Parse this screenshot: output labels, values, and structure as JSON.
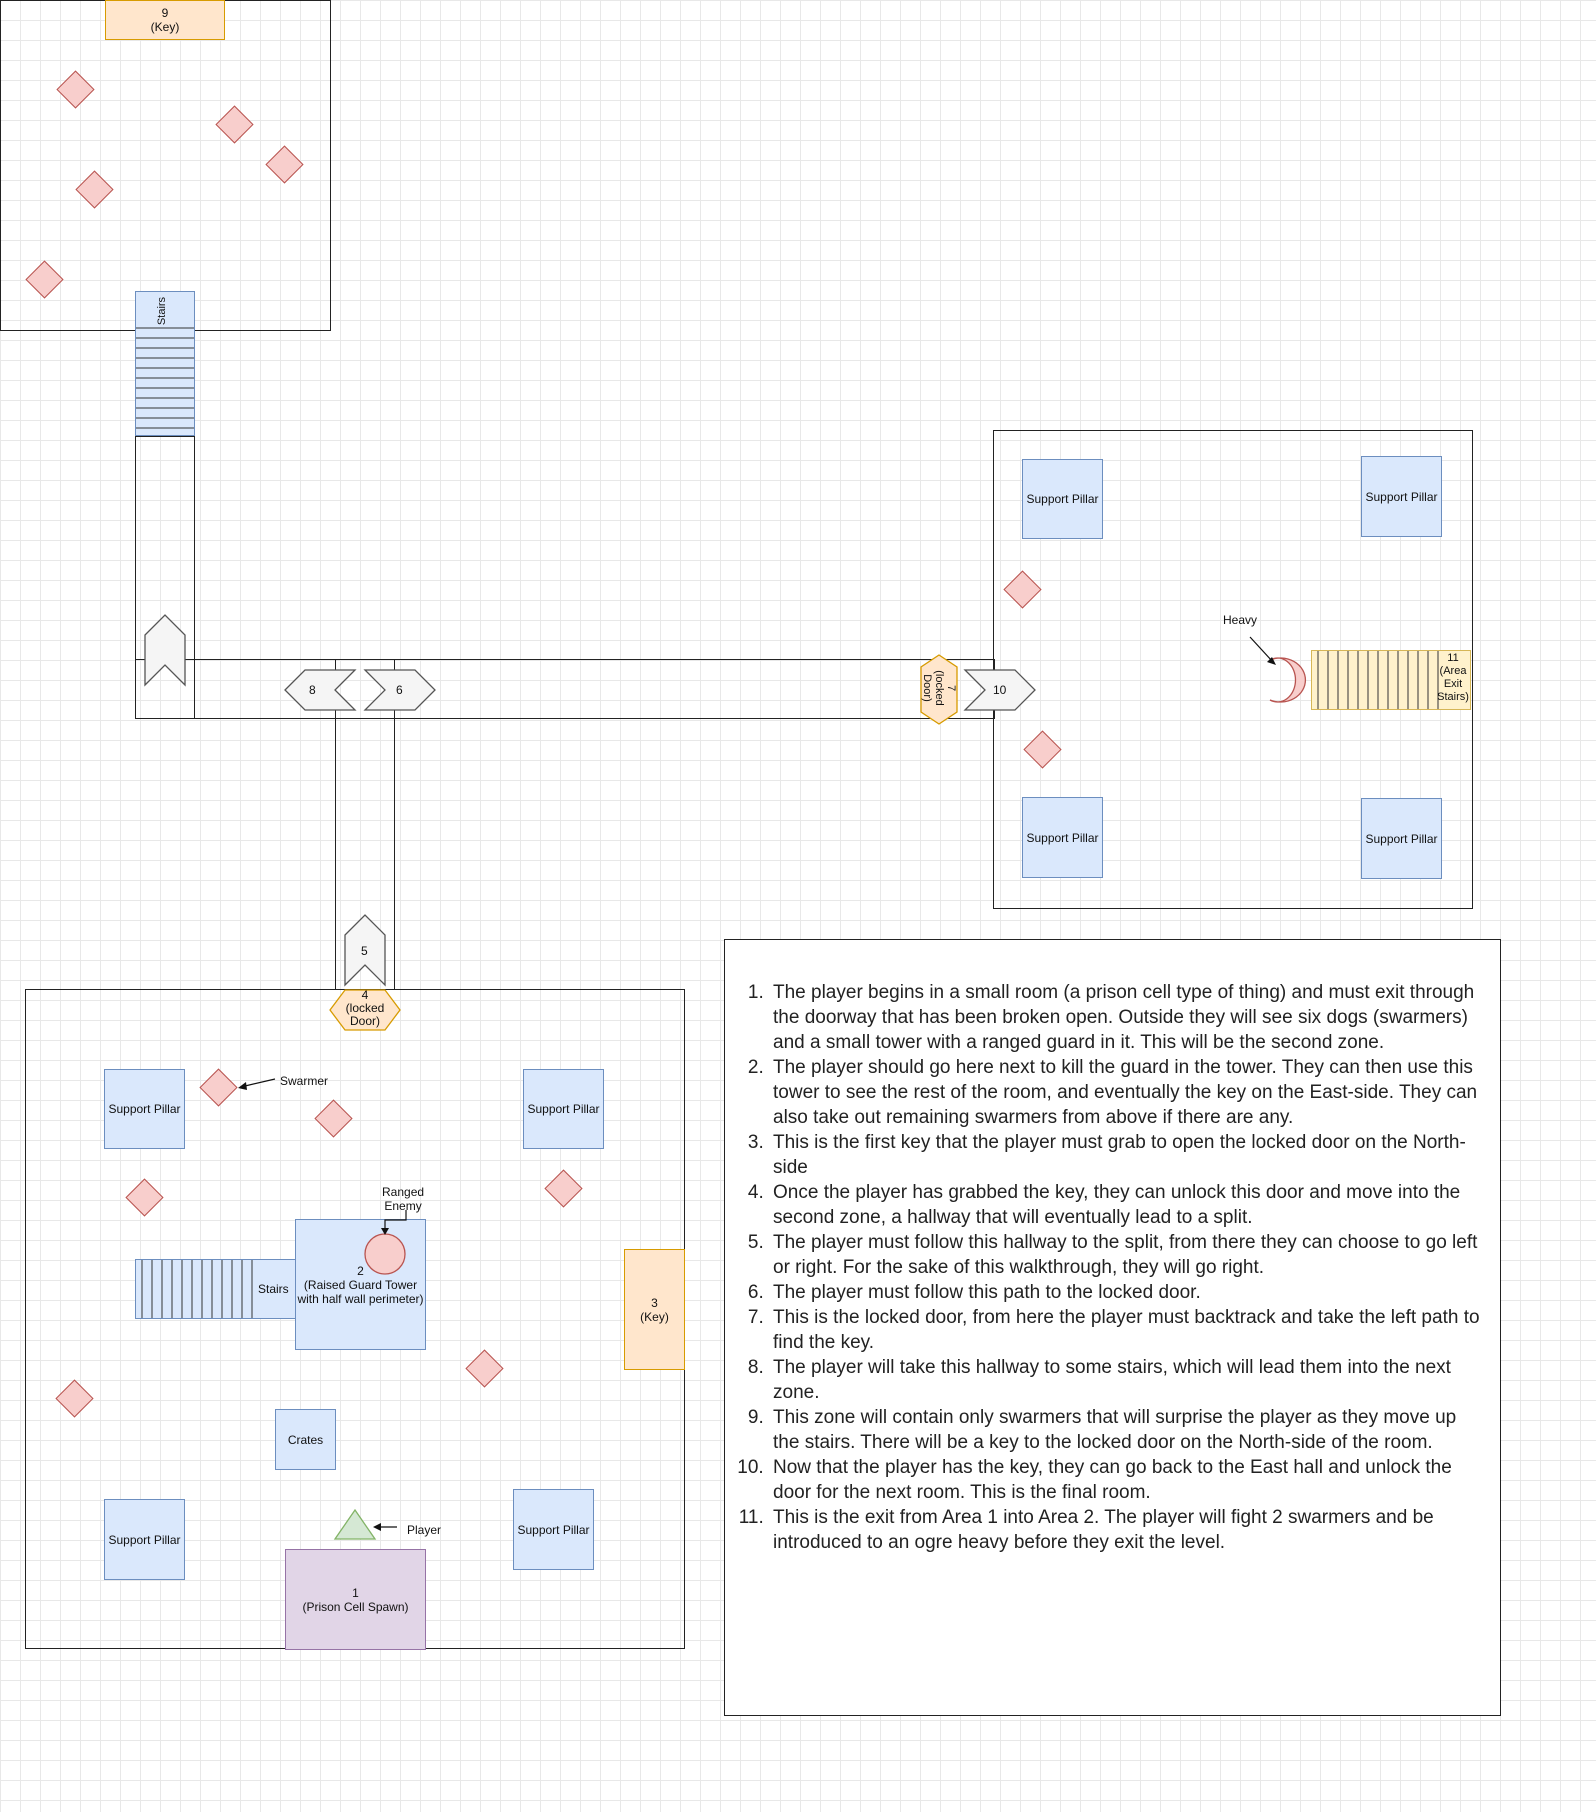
{
  "labels": {
    "stairs_top": "Stairs",
    "key_top": "9\n(Key)",
    "support_pillar": "Support Pillar",
    "heavy": "Heavy",
    "area_exit": "11\n(Area\nExit\nStairs)",
    "door7": "7\n(locked\nDoor)",
    "arrow10": "10",
    "arrow8": "8",
    "arrow6": "6",
    "arrow5": "5",
    "door4": "4\n(locked\nDoor)",
    "swarmer": "Swarmer",
    "ranged_enemy": "Ranged\nEnemy",
    "stairs_bottom": "Stairs",
    "tower": "2\n(Raised Guard Tower\nwith half wall perimeter)",
    "key3": "3\n(Key)",
    "crates": "Crates",
    "player": "Player",
    "spawn": "1\n(Prison Cell Spawn)"
  },
  "notes": [
    "The player begins in a small room (a prison cell type of thing) and must exit through the doorway that has been broken open. Outside they will see six dogs (swarmers) and a small tower with a ranged guard in it. This will be the second zone.",
    "The player should go here next to kill the guard in the tower. They can then use this tower to see the rest of the room, and eventually the key on the East-side. They can also take out remaining swarmers from above if there are any.",
    "This is the first key that the player must grab to open the locked door on the North-side",
    "Once the player has grabbed the key, they can unlock this door and move into the second zone, a hallway that will eventually lead to a split.",
    "The player must follow this hallway to the split, from there they can choose to go left or right. For the sake of this walkthrough, they will go right.",
    "The player must follow this path to the locked door.",
    "This is the locked door, from here the player must backtrack and take the left path to find the key.",
    "The player will take this hallway to some stairs, which will lead them into the next zone.",
    "This zone will contain only swarmers that will surprise the player as they move up the stairs. There will be a key to the locked door on the North-side of the room.",
    "Now that the player has the key, they can go back to the East hall and unlock the door for the next room. This is the final room.",
    "This is the exit from Area 1 into Area 2. The player will fight 2 swarmers and be introduced to an ogre heavy before they exit the level."
  ]
}
